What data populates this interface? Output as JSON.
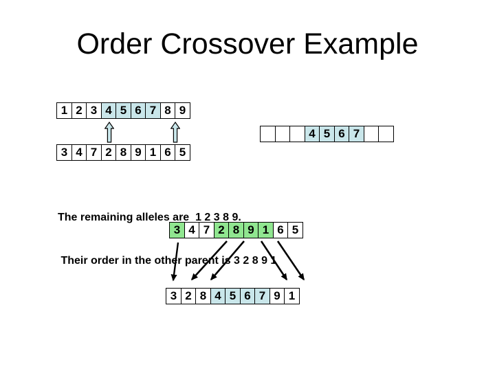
{
  "title": "Order Crossover Example",
  "colors": {
    "highlight_blue": "#c9e6ea",
    "highlight_green": "#90e690",
    "border": "#000000",
    "arrow": "#000000"
  },
  "icons": {
    "up_arrow": "hollow-up-arrow",
    "mapping_arrow": "black-down-diagonal-arrow"
  },
  "parent1_row": [
    "1",
    "2",
    "3",
    "4",
    "5",
    "6",
    "7",
    "8",
    "9"
  ],
  "parent2_row": [
    "3",
    "4",
    "7",
    "2",
    "8",
    "9",
    "1",
    "6",
    "5"
  ],
  "segment_row": [
    "",
    "",
    "",
    "4",
    "5",
    "6",
    "7",
    "",
    ""
  ],
  "donor_row": [
    "3",
    "4",
    "7",
    "2",
    "8",
    "9",
    "1",
    "6",
    "5"
  ],
  "result_row": [
    "3",
    "2",
    "8",
    "4",
    "5",
    "6",
    "7",
    "9",
    "1"
  ],
  "note": {
    "line1": "The remaining alleles are  1 2 3 8 9.",
    "line2": " Their order in the other parent is 3 2 8 9 1"
  }
}
